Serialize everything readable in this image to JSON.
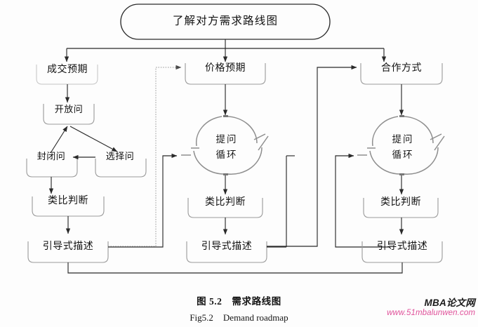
{
  "figure": {
    "title_node": "了解对方需求路线图",
    "caption_cn_label": "图 5.2",
    "caption_cn_text": "需求路线图",
    "caption_en_label": "Fig5.2",
    "caption_en_text": "Demand roadmap"
  },
  "watermark": {
    "brand": "MBA论文网",
    "url": "www.51mbalunwen.com",
    "url_color": "#e0519a"
  },
  "columns": {
    "left": {
      "head": "成交预期",
      "open_question": "开放问",
      "closed_question": "封闭问",
      "choice_question": "选择问",
      "analogy": "类比判断",
      "guided": "引导式描述"
    },
    "middle": {
      "head": "价格预期",
      "cycle_line1": "提问",
      "cycle_line2": "循环",
      "analogy": "类比判断",
      "guided": "引导式描述"
    },
    "right": {
      "head": "合作方式",
      "cycle_line1": "提问",
      "cycle_line2": "循环",
      "analogy": "类比判断",
      "guided": "引导式描述"
    }
  },
  "chart_data": {
    "type": "diagram",
    "title": "了解对方需求路线图",
    "nodes": [
      {
        "id": "root",
        "label": "了解对方需求路线图",
        "shape": "stadium"
      },
      {
        "id": "L1",
        "label": "成交预期",
        "shape": "rounded-box"
      },
      {
        "id": "L2",
        "label": "开放问",
        "shape": "rounded-box"
      },
      {
        "id": "L3",
        "label": "封闭问",
        "shape": "rounded-box"
      },
      {
        "id": "L4",
        "label": "选择问",
        "shape": "rounded-box"
      },
      {
        "id": "L5",
        "label": "类比判断",
        "shape": "rounded-box"
      },
      {
        "id": "L6",
        "label": "引导式描述",
        "shape": "rounded-box"
      },
      {
        "id": "M1",
        "label": "价格预期",
        "shape": "rounded-box"
      },
      {
        "id": "M2",
        "label": "提问循环",
        "shape": "circle-cycle"
      },
      {
        "id": "M3",
        "label": "类比判断",
        "shape": "rounded-box"
      },
      {
        "id": "M4",
        "label": "引导式描述",
        "shape": "rounded-box"
      },
      {
        "id": "R1",
        "label": "合作方式",
        "shape": "rounded-box"
      },
      {
        "id": "R2",
        "label": "提问循环",
        "shape": "circle-cycle"
      },
      {
        "id": "R3",
        "label": "类比判断",
        "shape": "rounded-box"
      },
      {
        "id": "R4",
        "label": "引导式描述",
        "shape": "rounded-box"
      }
    ],
    "edges": [
      {
        "from": "root",
        "to": "L1"
      },
      {
        "from": "root",
        "to": "M1"
      },
      {
        "from": "root",
        "to": "R1"
      },
      {
        "from": "L1",
        "to": "L2"
      },
      {
        "from": "L2",
        "to": "L4"
      },
      {
        "from": "L4",
        "to": "L3"
      },
      {
        "from": "L3",
        "to": "L2"
      },
      {
        "from": "L3",
        "to": "L5"
      },
      {
        "from": "L5",
        "to": "L6"
      },
      {
        "from": "L6",
        "to": "M2"
      },
      {
        "from": "L6",
        "to": "M1",
        "style": "dotted"
      },
      {
        "from": "M1",
        "to": "M2"
      },
      {
        "from": "M2",
        "to": "M3"
      },
      {
        "from": "M3",
        "to": "M4"
      },
      {
        "from": "M4",
        "to": "R1"
      },
      {
        "from": "M4",
        "to": "R2"
      },
      {
        "from": "R1",
        "to": "R2"
      },
      {
        "from": "R2",
        "to": "R3"
      },
      {
        "from": "R3",
        "to": "R4"
      },
      {
        "from": "R4",
        "to": "L6",
        "style": "feedback"
      }
    ]
  }
}
